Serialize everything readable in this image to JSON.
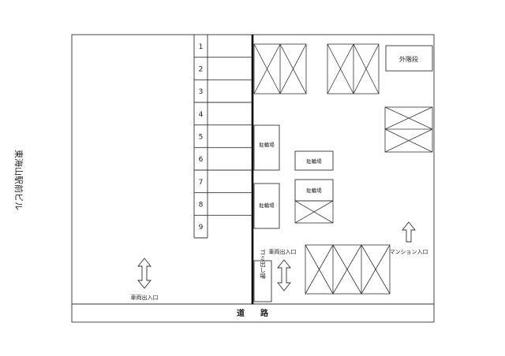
{
  "title_handwritten": "東海山駅前ビル",
  "labels": {
    "stairs": "外階段",
    "bike_parking": "駐輪場",
    "road": "道　　路",
    "vehicle_entrance_left": "車両出入口",
    "vehicle_entrance_right": "車両出入口",
    "mansion_entrance": "マンション入口",
    "garbage_area": "ゴミ出し場"
  },
  "parking_spaces": [
    "1",
    "2",
    "3",
    "4",
    "5",
    "6",
    "7",
    "8",
    "9"
  ]
}
